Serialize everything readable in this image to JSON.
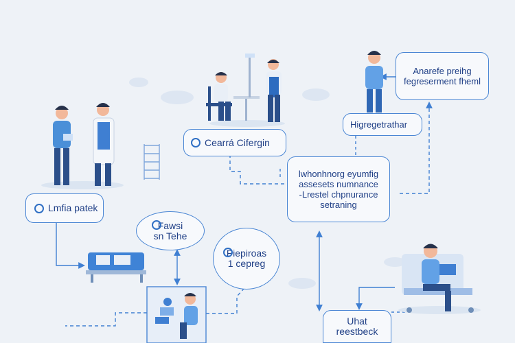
{
  "nodes": {
    "lmfia_patek": "Lmfia patek",
    "cearra": "Cearrá Cifergin",
    "fawsi": "Fawsi\nsn Tehe",
    "piepiroas": "Piepiroas\n1 cepreg",
    "right_top": "Anarefe preihg\nfegreserment fheml",
    "step_label": "Higregetrathar",
    "big_box": "lwhonhnorg eyumfig\nassesets numnance\n-Lrestel chpnurance\nsetraning",
    "bottom": "Uhat\nreestbeck"
  },
  "colors": {
    "accent": "#4a86d4",
    "dark": "#1f3f86",
    "background": "#eef2f7"
  },
  "icons": [
    "status-icon-1",
    "status-icon-2",
    "status-icon-3",
    "status-icon-4"
  ]
}
